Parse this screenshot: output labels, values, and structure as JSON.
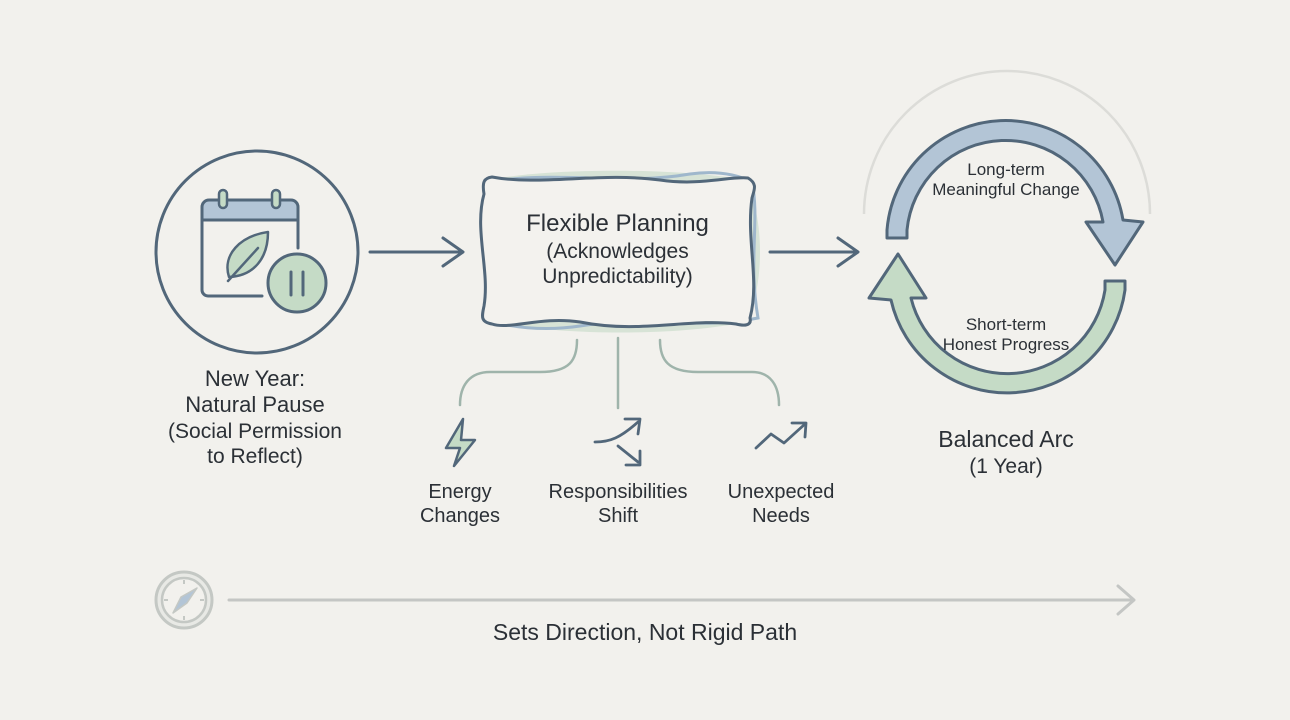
{
  "diagram": {
    "start": {
      "icon": "calendar-leaf-pause-icon",
      "title_line1": "New Year:",
      "title_line2": "Natural Pause",
      "subtitle_line1": "(Social Permission",
      "subtitle_line2": "to Reflect)"
    },
    "planning": {
      "title": "Flexible Planning",
      "subtitle_line1": "(Acknowledges",
      "subtitle_line2": "Unpredictability)"
    },
    "factors": [
      {
        "icon": "lightning-bolt-icon",
        "line1": "Energy",
        "line2": "Changes"
      },
      {
        "icon": "split-arrows-icon",
        "line1": "Responsibilities",
        "line2": "Shift"
      },
      {
        "icon": "trend-up-arrow-icon",
        "line1": "Unexpected",
        "line2": "Needs"
      }
    ],
    "cycle": {
      "top_line1": "Long-term",
      "top_line2": "Meaningful Change",
      "bottom_line1": "Short-term",
      "bottom_line2": "Honest Progress",
      "title": "Balanced Arc",
      "subtitle": "(1 Year)"
    },
    "direction": {
      "icon": "compass-icon",
      "label": "Sets Direction, Not Rigid Path"
    },
    "colors": {
      "background": "#f2f1ed",
      "stroke": "#52677a",
      "blue_fill": "#b3c5d6",
      "green_fill": "#c5dbc6",
      "text": "#2b3036",
      "muted": "#c4c6c4"
    }
  }
}
